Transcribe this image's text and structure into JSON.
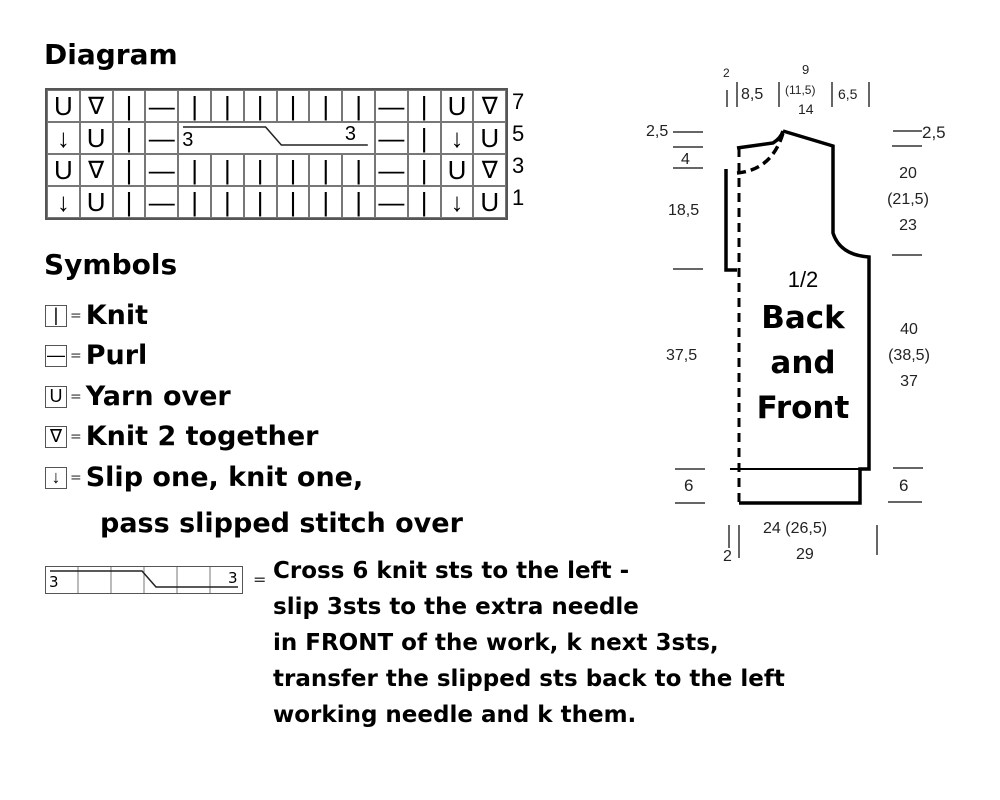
{
  "diagram": {
    "heading": "Diagram",
    "rows": [
      {
        "number": "7",
        "cells": [
          "U",
          "K2",
          "|",
          "-",
          "|",
          "|",
          "|",
          "|",
          "|",
          "|",
          "-",
          "|",
          "U",
          "K2"
        ]
      },
      {
        "number": "5",
        "cells": [
          "S",
          "U",
          "|",
          "-",
          "C",
          "C",
          "C",
          "C",
          "C",
          "C",
          "-",
          "|",
          "S",
          "U"
        ]
      },
      {
        "number": "3",
        "cells": [
          "U",
          "K2",
          "|",
          "-",
          "|",
          "|",
          "|",
          "|",
          "|",
          "|",
          "-",
          "|",
          "U",
          "K2"
        ]
      },
      {
        "number": "1",
        "cells": [
          "S",
          "U",
          "|",
          "-",
          "|",
          "|",
          "|",
          "|",
          "|",
          "|",
          "-",
          "|",
          "S",
          "U"
        ]
      }
    ],
    "cable_count_left": "3",
    "cable_count_right": "3"
  },
  "symbols": {
    "heading": "Symbols",
    "items": [
      {
        "icon": "knit-icon",
        "glyph": "|",
        "label": "Knit"
      },
      {
        "icon": "purl-icon",
        "glyph": "—",
        "label": "Purl"
      },
      {
        "icon": "yarn-over-icon",
        "glyph": "U",
        "label": "Yarn over"
      },
      {
        "icon": "k2tog-icon",
        "glyph": "∇",
        "label": "Knit 2 together"
      },
      {
        "icon": "skp-icon",
        "glyph": "↓",
        "label": "Slip one, knit one,"
      }
    ],
    "skp_line2": "pass slipped stitch over",
    "cross_lines": [
      "Cross 6 knit sts to the left -",
      "slip 3sts to the extra needle",
      "in FRONT of the work, k next 3sts,",
      "transfer the slipped sts back to the left",
      "working needle and k them."
    ]
  },
  "schematic": {
    "title_lines": [
      "1/2",
      "Back",
      "and",
      "Front"
    ],
    "top": {
      "left_small": "2",
      "shoulder": "8,5",
      "neck_top": "9",
      "neck_mid": "(11,5)",
      "neck_bottom": "14",
      "right": "6,5"
    },
    "left": {
      "shoulder_slope": "2,5",
      "neck_depth": "4",
      "armhole": "18,5",
      "body": "37,5",
      "rib": "6"
    },
    "right": {
      "shoulder_slope": "2,5",
      "armhole": [
        "20",
        "(21,5)",
        "23"
      ],
      "body": [
        "40",
        "(38,5)",
        "37"
      ],
      "rib": "6"
    },
    "bottom": {
      "width_line1": "24 (26,5)",
      "width_line2": "29",
      "edge": "2"
    }
  }
}
